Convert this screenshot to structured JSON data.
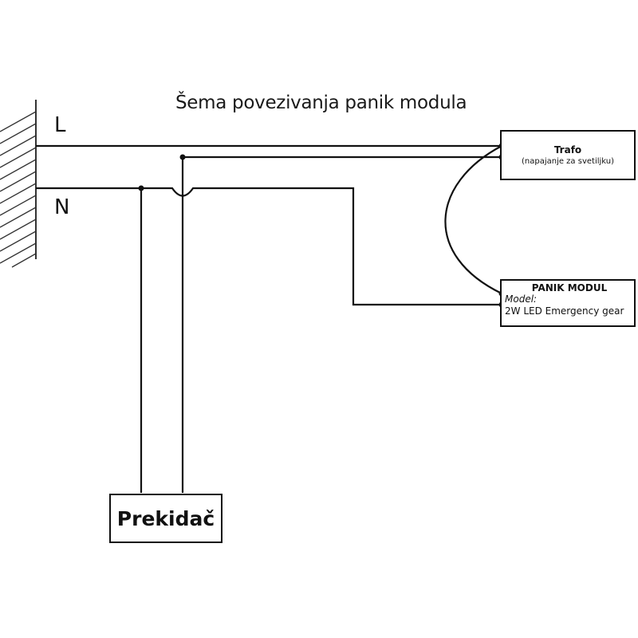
{
  "title": "Šema povezivanja panik modula",
  "labels": {
    "line": "L",
    "neutral": "N"
  },
  "trafo": {
    "title": "Trafo",
    "subtitle": "(napajanje za svetiljku)"
  },
  "panik_modul": {
    "title": "PANIK MODUL",
    "model_label": "Model:",
    "model_value": "2W LED Emergency gear"
  },
  "switch": {
    "label": "Prekidač"
  },
  "colors": {
    "stroke": "#111111",
    "background": "#ffffff"
  }
}
